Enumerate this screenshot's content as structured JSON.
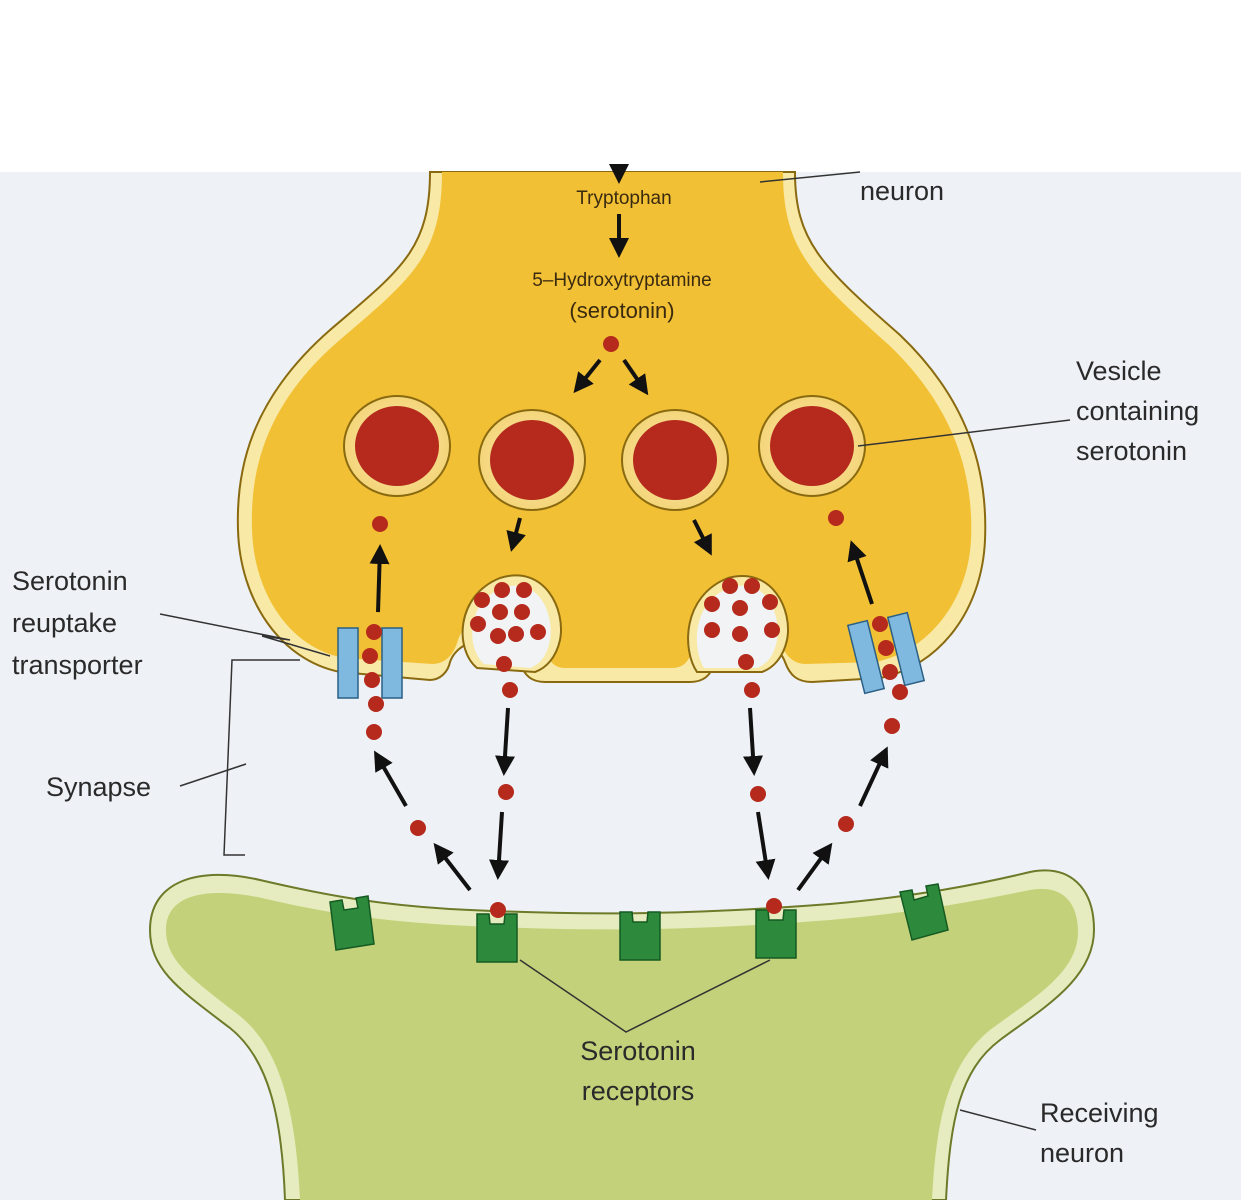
{
  "labels": {
    "sending_neuron": "neuron",
    "tryptophan": "Tryptophan",
    "hydroxytryptamine": "5–Hydroxytryptamine",
    "serotonin_paren": "(serotonin)",
    "vesicle_line1": "Vesicle",
    "vesicle_line2": "containing",
    "vesicle_line3": "serotonin",
    "reuptake_line1": "Serotonin",
    "reuptake_line2": "reuptake",
    "reuptake_line3": "transporter",
    "synapse": "Synapse",
    "receptors_line1": "Serotonin",
    "receptors_line2": "receptors",
    "receiving_line1": "Receiving",
    "receiving_line2": "neuron"
  },
  "colors": {
    "background_panel": "#eef2f6",
    "sending_neuron_fill": "#f2c035",
    "sending_neuron_rim": "#f8e9a6",
    "sending_neuron_outline": "#8a6a10",
    "receiving_neuron_fill": "#c3d27a",
    "receiving_neuron_rim": "#e6ecbf",
    "serotonin_molecule": "#b52a1c",
    "transporter": "#7fb9e0",
    "receptor": "#2d8a3c",
    "arrow": "#111111"
  }
}
